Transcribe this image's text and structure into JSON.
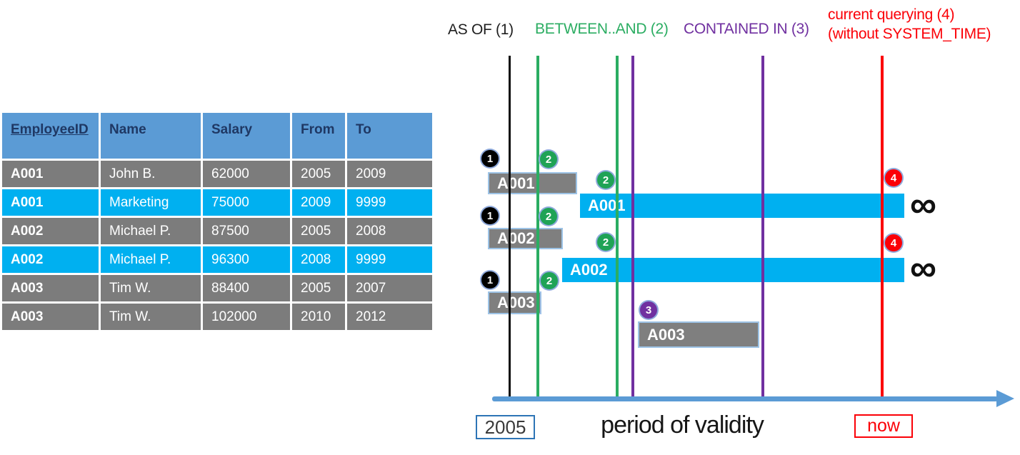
{
  "colors": {
    "table_header_bg": "#5B9BD5",
    "table_header_text": "#1F3864",
    "row_gray": "#7C7C7C",
    "row_highlight_cyan": "#00B0F0",
    "bar_gray": "#7F7F7F",
    "bar_cyan": "#00B0F0",
    "bar_border": "#9DC3E6",
    "as_of_black": "#1F1F1F",
    "between_green": "#2BAD62",
    "contained_purple": "#7030A0",
    "current_red": "#FB0007",
    "axis_blue": "#5B9BD5",
    "year_box_border": "#2E75B6"
  },
  "table": {
    "headers": [
      "EmployeeID",
      "Name",
      "Salary",
      "From",
      "To"
    ],
    "rows": [
      {
        "cells": [
          "A001",
          "John B.",
          "62000",
          "2005",
          "2009"
        ],
        "highlight": false
      },
      {
        "cells": [
          "A001",
          "Marketing",
          "75000",
          "2009",
          "9999"
        ],
        "highlight": true
      },
      {
        "cells": [
          "A002",
          "Michael P.",
          "87500",
          "2005",
          "2008"
        ],
        "highlight": false
      },
      {
        "cells": [
          "A002",
          "Michael P.",
          "96300",
          "2008",
          "9999"
        ],
        "highlight": true
      },
      {
        "cells": [
          "A003",
          "Tim W.",
          "88400",
          "2005",
          "2007"
        ],
        "highlight": false
      },
      {
        "cells": [
          "A003",
          "Tim W.",
          "102000",
          "2010",
          "2012"
        ],
        "highlight": false
      }
    ]
  },
  "legend": {
    "as_of": "AS OF (1)",
    "between_and": "BETWEEN..AND (2)",
    "contained_in": "CONTAINED IN (3)",
    "current_line1": "current querying (4)",
    "current_line2": "(without SYSTEM_TIME)"
  },
  "timeline": {
    "bars": [
      {
        "label": "A001",
        "type": "gray"
      },
      {
        "label": "A001",
        "type": "cyan"
      },
      {
        "label": "A002",
        "type": "gray"
      },
      {
        "label": "A002",
        "type": "cyan"
      },
      {
        "label": "A003",
        "type": "gray"
      },
      {
        "label": "A003",
        "type": "gray"
      }
    ],
    "badges": [
      {
        "number": "1"
      },
      {
        "number": "2"
      },
      {
        "number": "2"
      },
      {
        "number": "4"
      },
      {
        "number": "1"
      },
      {
        "number": "2"
      },
      {
        "number": "2"
      },
      {
        "number": "4"
      },
      {
        "number": "1"
      },
      {
        "number": "2"
      },
      {
        "number": "3"
      }
    ],
    "infinity_symbol": "∞",
    "axis": {
      "start_label": "2005",
      "axis_label": "period of validity",
      "end_label": "now"
    }
  }
}
